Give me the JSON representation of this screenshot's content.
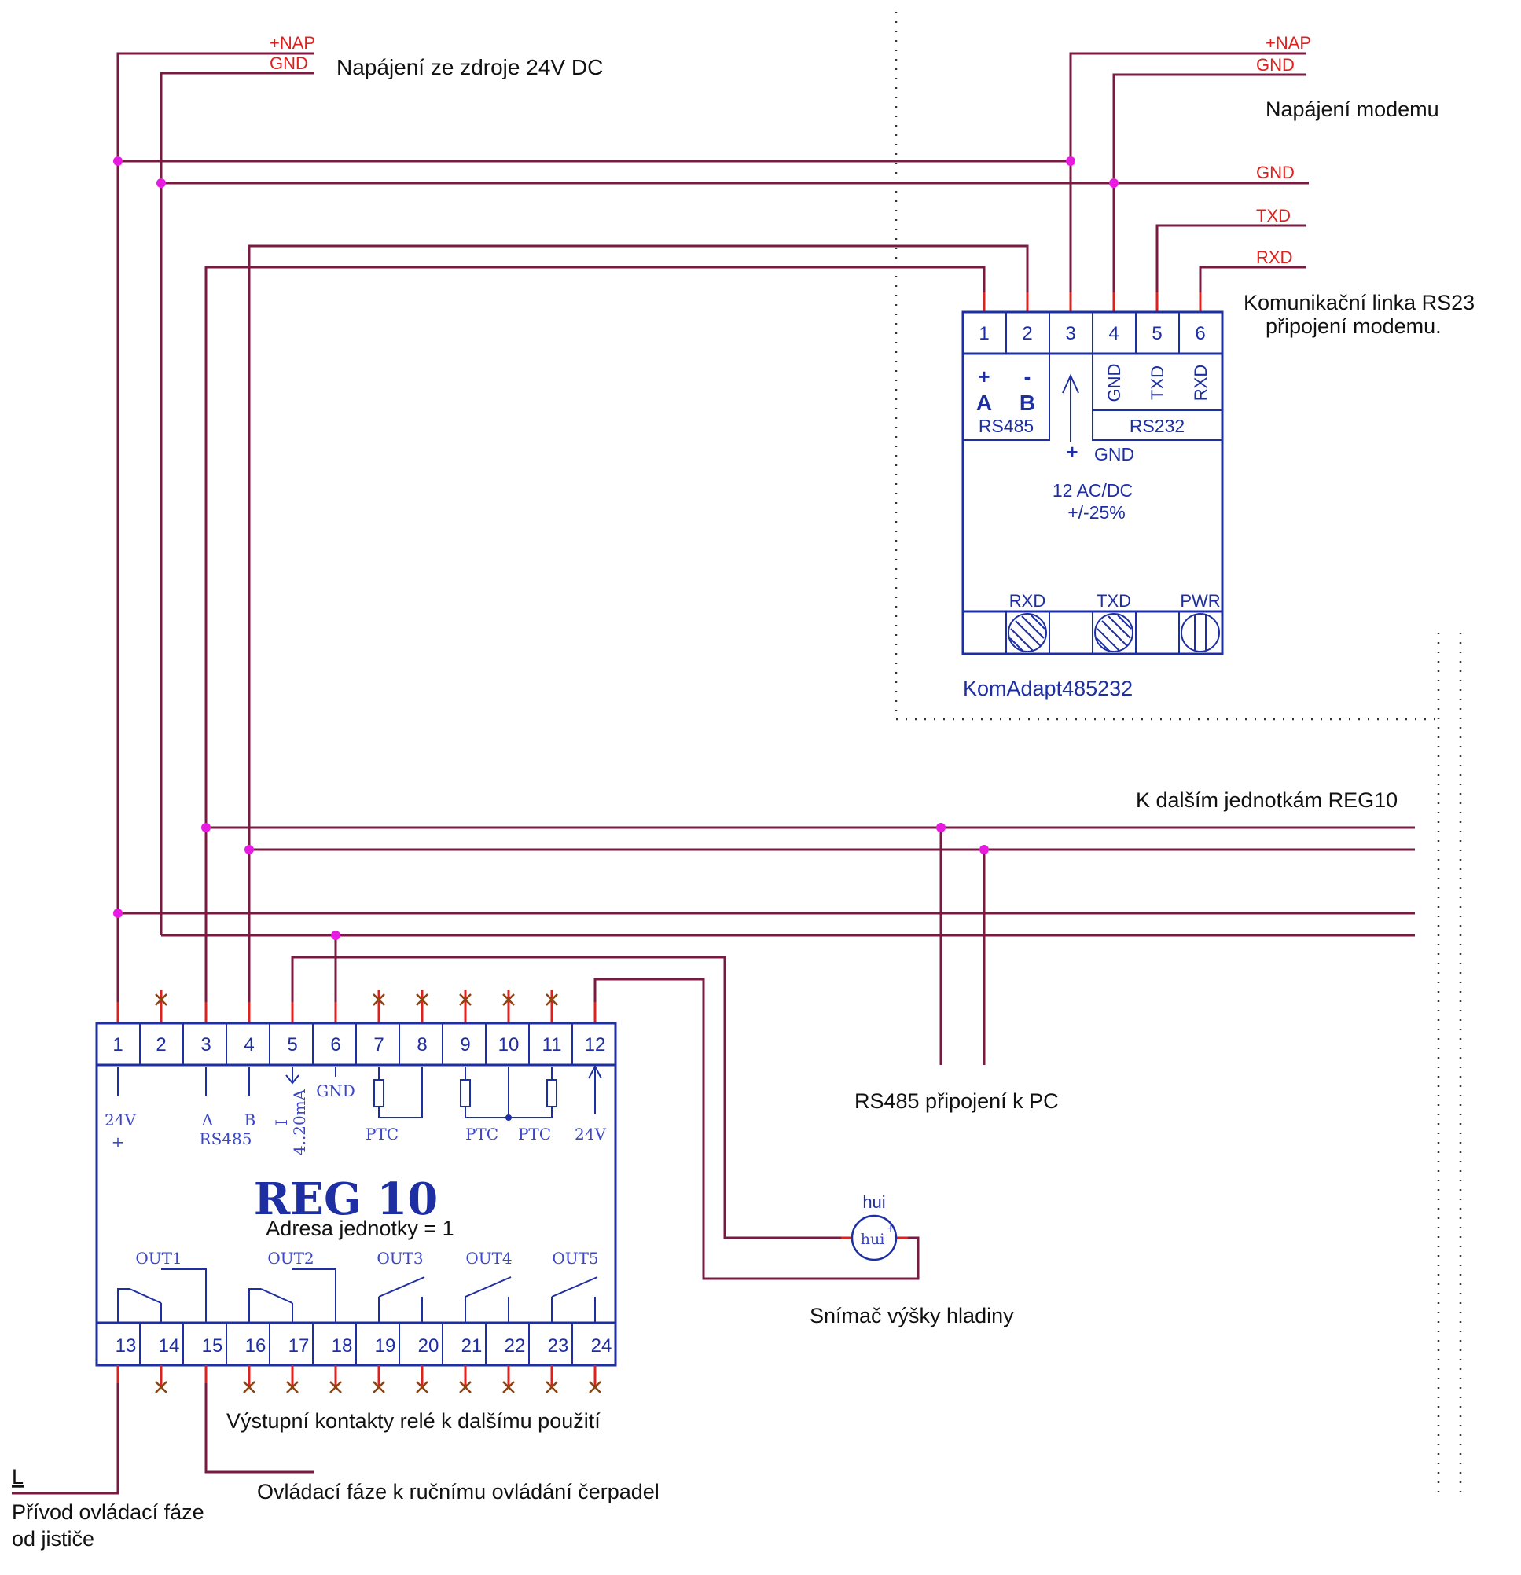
{
  "power": {
    "nap": "+NAP",
    "gnd": "GND",
    "label": "Napájení ze zdroje 24V DC"
  },
  "modem": {
    "nap": "+NAP",
    "gnd": "GND",
    "label": "Napájení modemu",
    "gnd2": "GND",
    "txd": "TXD",
    "rxd": "RXD",
    "link_label_1": "Komunikační linka RS23",
    "link_label_2": "připojení modemu."
  },
  "adapter": {
    "terminals": [
      "1",
      "2",
      "3",
      "4",
      "5",
      "6"
    ],
    "a_sign": "+",
    "a": "A",
    "b_sign": "-",
    "b": "B",
    "rs485": "RS485",
    "gnd": "GND",
    "txd": "TXD",
    "rxd": "RXD",
    "rs232": "RS232",
    "plus": "+",
    "gnd_in": "GND",
    "voltage_1": "12 AC/DC",
    "voltage_2": "+/-25%",
    "led_rxd": "RXD",
    "led_txd": "TXD",
    "led_pwr": "PWR",
    "name": "KomAdapt485232"
  },
  "bus_label": "K dalším jednotkám REG10",
  "pc_label": "RS485 připojení k PC",
  "sensor": {
    "name": "hui",
    "symbol": "hui",
    "label": "Snímač výšky hladiny"
  },
  "reg": {
    "title": "REG 10",
    "address": "Adresa jednotky  = 1",
    "top_terminals": [
      "1",
      "2",
      "3",
      "4",
      "5",
      "6",
      "7",
      "8",
      "9",
      "10",
      "11",
      "12"
    ],
    "bottom_terminals": [
      "13",
      "14",
      "15",
      "16",
      "17",
      "18",
      "19",
      "20",
      "21",
      "22",
      "23",
      "24"
    ],
    "t1_volt": "24V",
    "t1_sign": "+",
    "t3_a": "A",
    "t4_b": "B",
    "rs485": "RS485",
    "t5_i": "I",
    "t5_range": "4..20mA",
    "t6_gnd": "GND",
    "ptc_1": "PTC",
    "ptc_2": "PTC",
    "ptc_3": "PTC",
    "t12_volt": "24V",
    "outputs": [
      "OUT1",
      "OUT2",
      "OUT3",
      "OUT4",
      "OUT5"
    ]
  },
  "relay_label": "Výstupní kontakty relé k dalšímu použití",
  "phase_label": "Ovládací fáze k ručnímu ovládání čerpadel",
  "supply": {
    "l": "L",
    "line_1": "Přívod ovládací fáze",
    "line_2": "od jističe"
  }
}
